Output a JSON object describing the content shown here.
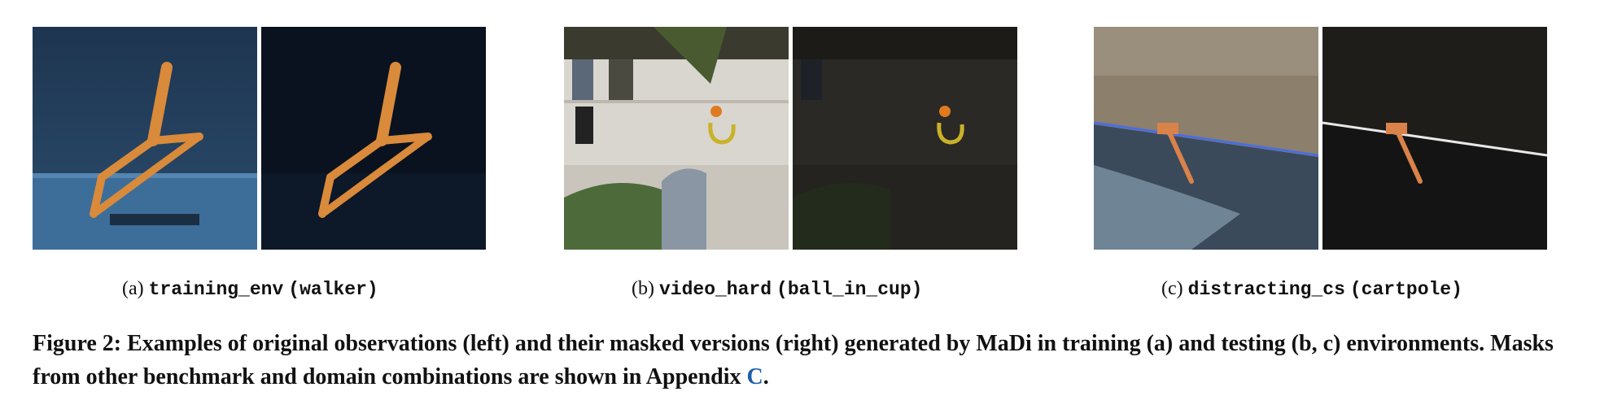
{
  "subfigures": [
    {
      "label": "(a)",
      "env": "training_env",
      "task": "(walker)"
    },
    {
      "label": "(b)",
      "env": "video_hard",
      "task": "(ball_in_cup)"
    },
    {
      "label": "(c)",
      "env": "distracting_cs",
      "task": "(cartpole)"
    }
  ],
  "caption": {
    "prefix": "Figure 2: Examples of original observations (left) and their masked versions (right) generated by MaDi in training (a) and testing (b, c) environments. Masks from other benchmark and domain combinations are shown in Appendix ",
    "link": "C",
    "suffix": "."
  },
  "colors": {
    "link": "#1f5fa8",
    "agent_orange": "#d98a3a"
  }
}
